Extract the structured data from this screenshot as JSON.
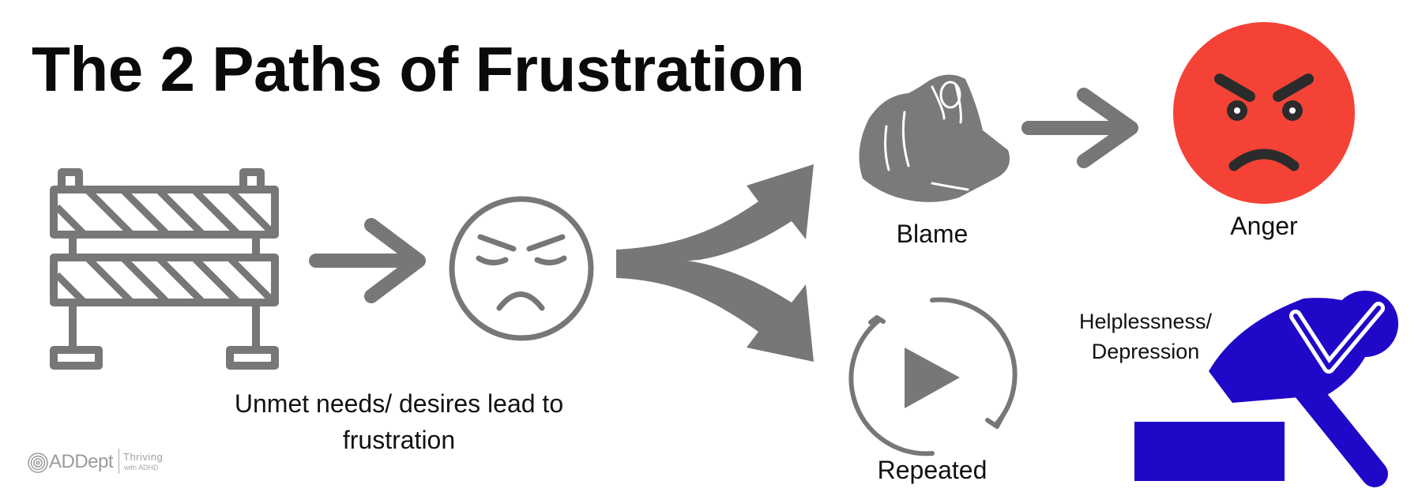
{
  "title": "The 2 Paths of Frustration",
  "labels": {
    "unmet": "Unmet needs/ desires lead to frustration",
    "blame": "Blame",
    "anger": "Anger",
    "repeated": "Repeated",
    "helpless_line1": "Helplessness/",
    "helpless_line2": "Depression"
  },
  "brand": {
    "name": "ADDept",
    "tagline_line1": "Thriving",
    "tagline_line2": "with ADHD"
  },
  "colors": {
    "icon_gray": "#777777",
    "anger_red": "#f44336",
    "depression_blue": "#2008c8",
    "face_dark": "#2b2b2b"
  }
}
